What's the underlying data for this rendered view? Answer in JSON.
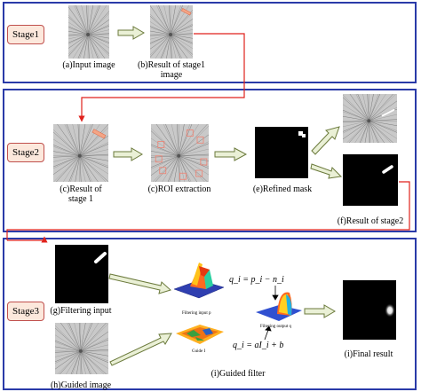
{
  "stages": {
    "stage1": "Stage1",
    "stage2": "Stage2",
    "stage3": "Stage3"
  },
  "captions": {
    "a": "(a)Input image",
    "b_line1": "(b)Result of stage1",
    "b_line2": "image",
    "c1_line1": "(c)Result of",
    "c1_line2": "stage 1",
    "c2": "(c)ROI extraction",
    "e": "(e)Refined mask",
    "f": "(f)Result of stage2",
    "g": "(g)Filtering input",
    "h": "(h)Guided image",
    "i": "(i)Guided filter",
    "final": "(i)Final result"
  },
  "filter_labels": {
    "input_p": "Filtering input p",
    "guide_i": "Guide I",
    "output_q": "Filtering output q"
  },
  "formulas": {
    "top": "q_i = p_i − n_i",
    "bottom": "q_i = aI_i + b"
  },
  "colors": {
    "panel_border": "#2a3aa8",
    "stage_fill": "#fce8dc",
    "stage_border": "#c0504d",
    "red_arrow": "#e0221c",
    "block_arrow_fill": "#eaf0d6",
    "block_arrow_stroke": "#6b7a3c",
    "roi_marker": "#f08070"
  }
}
